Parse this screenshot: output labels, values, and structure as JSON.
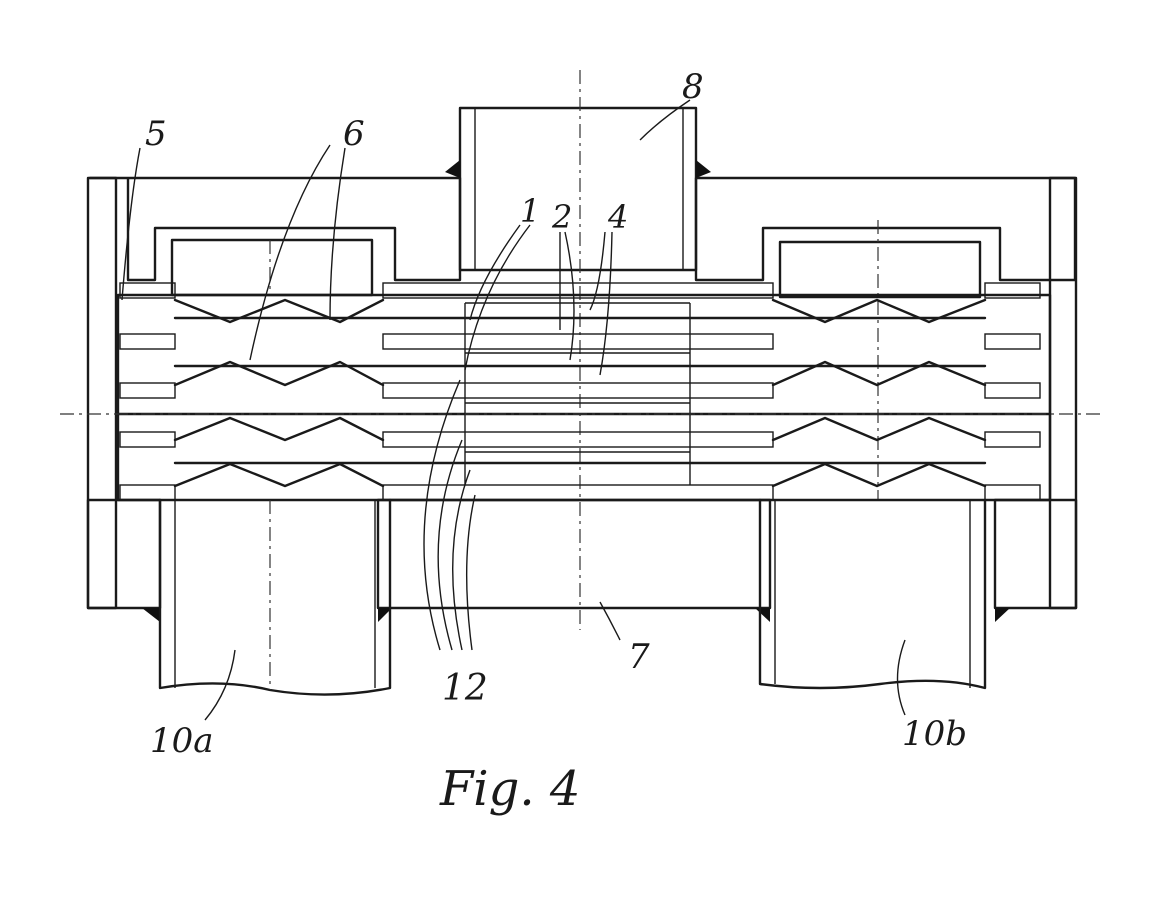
{
  "figure": {
    "caption": "Fig. 4",
    "labels": {
      "l1": "1",
      "l2": "2",
      "l4": "4",
      "l5": "5",
      "l6": "6",
      "l7": "7",
      "l8": "8",
      "l10a": "10a",
      "l10b": "10b",
      "l12": "12"
    }
  }
}
